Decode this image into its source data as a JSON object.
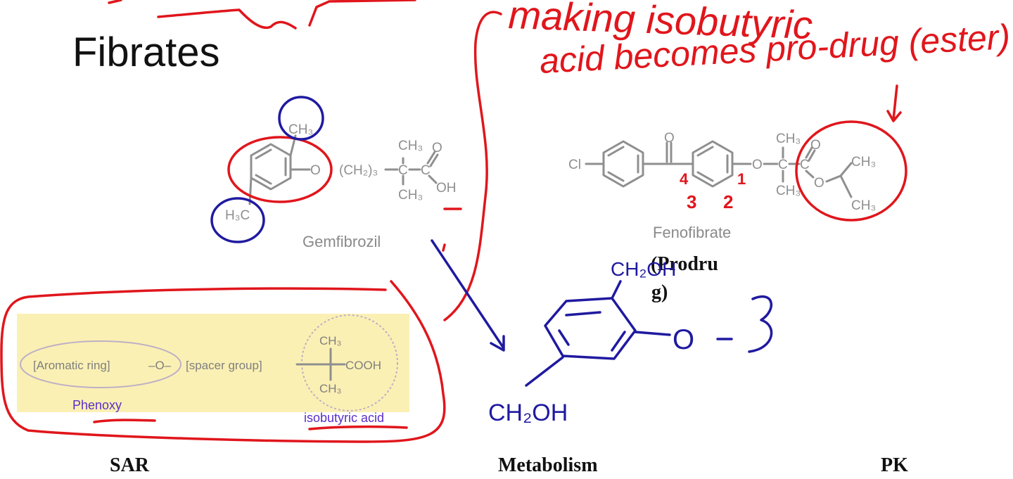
{
  "slide": {
    "title": "Fibrates",
    "section_labels": {
      "sar": "SAR",
      "metabolism": "Metabolism",
      "pk": "PK"
    },
    "prodrug_label_line1": "(Prodru",
    "prodrug_label_line2": "g)"
  },
  "gemfibrozil": {
    "name": "Gemfibrozil",
    "ch3_top": "CH₃",
    "h3c": "H₃C",
    "ether_o": "O",
    "chain": "(CH₂)₃",
    "branch_ch3_top": "CH₃",
    "branch_ch3_bottom": "CH₃",
    "carbon": "C",
    "carbonyl_o": "O",
    "oh": "OH"
  },
  "fenofibrate": {
    "name": "Fenofibrate",
    "cl": "Cl",
    "keto_o": "O",
    "ether_o": "O",
    "ch3_top": "CH₃",
    "ch3_bottom": "CH₃",
    "carbon": "C",
    "carbonyl_o": "O",
    "ester_o": "O",
    "isopropyl_ch3_top": "CH₃",
    "isopropyl_ch3_bottom": "CH₃"
  },
  "sar_box": {
    "aromatic": "[Aromatic ring]",
    "linker": "–O–",
    "spacer": "[spacer group]",
    "ch3_top": "CH₃",
    "ch3_bottom": "CH₃",
    "cooh": "COOH",
    "phenoxy": "Phenoxy",
    "isobutyric": "isobutyric acid"
  },
  "annotations": {
    "red_line1": "making isobutyric",
    "red_line2": "acid becomes pro-drug (ester)",
    "ring_numbers": [
      "4",
      "1",
      "3",
      "2"
    ],
    "metabolite_ch2oh_top": "CH₂OH",
    "metabolite_ch2oh_bottom": "CH₂OH",
    "metabolite_o": "O"
  },
  "colors": {
    "annotation_red": "#e0161c",
    "annotation_blue": "#1f1aa0",
    "sar_highlight": "#fbf0b4",
    "sar_label_purple": "#5a2fc8",
    "structure_gray": "#8f8f8f"
  }
}
